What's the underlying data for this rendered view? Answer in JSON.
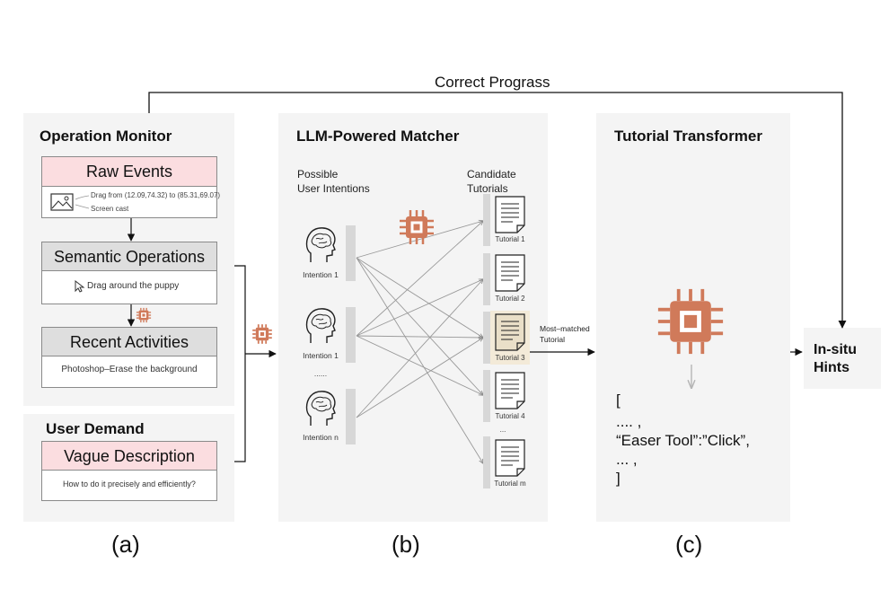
{
  "top_arrow_label": "Correct Prograss",
  "panel_a": {
    "caption": "(a)",
    "operation_monitor": {
      "title": "Operation Monitor",
      "raw_events": {
        "header": "Raw Events",
        "line1": "Drag from (12.09,74.32) to (85.31,69.07)",
        "line2": "Screen cast"
      },
      "semantic_operations": {
        "header": "Semantic Operations",
        "item": "Drag around the puppy"
      },
      "recent_activities": {
        "header": "Recent Activities",
        "item": "Photoshop–Erase the background"
      }
    },
    "user_demand": {
      "title": "User Demand",
      "header": "Vague Description",
      "item": "How to do it precisely and efficiently?"
    }
  },
  "panel_b": {
    "caption": "(b)",
    "title": "LLM-Powered Matcher",
    "intentions_label_1": "Possible",
    "intentions_label_2": "User Intentions",
    "tutorials_label_1": "Candidate",
    "tutorials_label_2": "Tutorials",
    "intentions": [
      "Intention 1",
      "Intention 1",
      "Intention n"
    ],
    "intention_ellipsis": "......",
    "tutorials": [
      "Tutorial 1",
      "Tutorial 2",
      "Tutorial 3",
      "Tutorial 4",
      "Tutorial m"
    ],
    "tutorial_ellipsis": "...",
    "most_matched_1": "Most–matched",
    "most_matched_2": "Tutorial"
  },
  "panel_c": {
    "caption": "(c)",
    "title": "Tutorial Transformer",
    "code_lines": [
      "[",
      ".... ,",
      "“Easer Tool”:”Click”,",
      "... ,",
      "]"
    ]
  },
  "output": {
    "line1": "In-situ",
    "line2": "Hints"
  },
  "colors": {
    "chip": "#d07a5a",
    "pink_header": "#fbdde0",
    "gray_header": "#dedede",
    "panel_bg": "#f4f4f4",
    "highlight_doc": "#f3ead8"
  },
  "icons": [
    "image-icon",
    "cursor-icon",
    "chip-icon",
    "brain-head-icon",
    "document-icon"
  ]
}
